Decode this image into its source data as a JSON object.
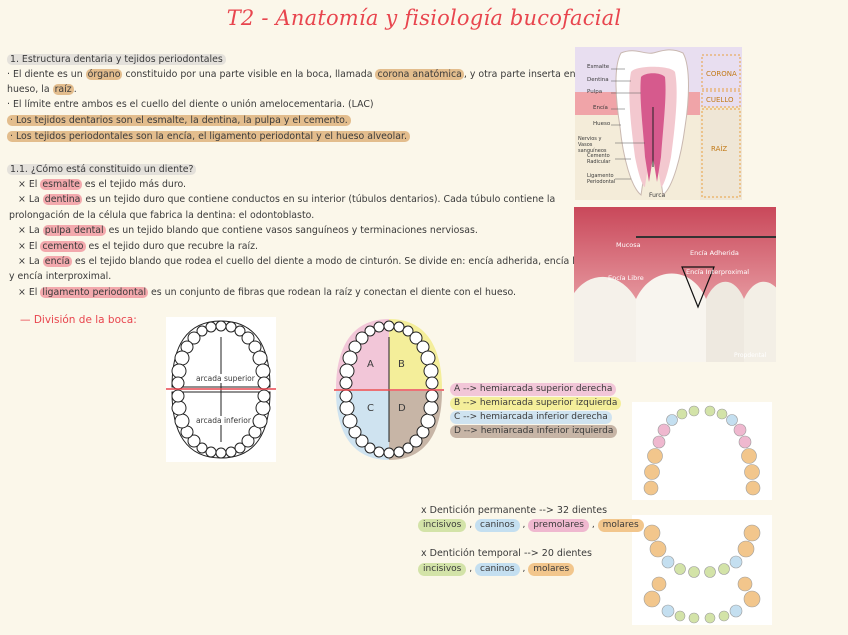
{
  "title": "T2 - Anatomía y fisiología bucofacial",
  "section1": {
    "heading": "1. Estructura dentaria y tejidos periodontales",
    "p1_a": "· El diente es un ",
    "p1_organo": "órgano",
    "p1_b": " constituido por una parte visible en la boca, llamada ",
    "p1_corona": "corona anatómica",
    "p1_c": ", y otra parte inserta en el",
    "p1_d": "hueso, la ",
    "p1_raiz": "raíz",
    "p1_e": ".",
    "p2": "· El límite entre ambos es el cuello del diente o unión amelocementaria. (LAC)",
    "p3": "· Los tejidos dentarios son el esmalte, la dentina, la pulpa y el cemento.",
    "p4": "· Los tejidos periodontales son la encía, el ligamento periodontal y el hueso alveolar."
  },
  "section11": {
    "heading": "1.1. ¿Cómo está constituido un diente?",
    "items": [
      {
        "pre": "× El ",
        "term": "esmalte",
        "post": " es el tejido más duro."
      },
      {
        "pre": "× La ",
        "term": "dentina",
        "post": " es un tejido duro que contiene conductos en su interior (túbulos dentarios). Cada túbulo contiene la"
      },
      {
        "pre": "",
        "term": "",
        "post": "prolongación de la célula que fabrica la dentina: el odontoblasto."
      },
      {
        "pre": "× La ",
        "term": "pulpa dental",
        "post": " es un tejido blando que contiene vasos sanguíneos y terminaciones nerviosas."
      },
      {
        "pre": "× El ",
        "term": "cemento",
        "post": " es el tejido duro que recubre la raíz."
      },
      {
        "pre": "× La ",
        "term": "encía",
        "post": " es el tejido blando que rodea el cuello del diente a modo de cinturón. Se divide en: encía adherida, encía libre"
      },
      {
        "pre": "",
        "term": "",
        "post": "y encía interproximal."
      },
      {
        "pre": "× El ",
        "term": "ligamento periodontal",
        "post": " es un conjunto de fibras que rodean la raíz y conectan el diente con el hueso."
      }
    ]
  },
  "division": {
    "label": "— División de la boca:"
  },
  "arch_labels": {
    "upper": "arcada superior",
    "lower": "arcada inferior"
  },
  "quadrants": {
    "a": "A",
    "b": "B",
    "c": "C",
    "d": "D"
  },
  "legend": [
    {
      "text": "A --> hemiarcada superior derecha",
      "color": "#f2c6d8"
    },
    {
      "text": "B --> hemiarcada superior izquierda",
      "color": "#f4ee9a"
    },
    {
      "text": "C --> hemiarcada inferior derecha",
      "color": "#cfe3f0"
    },
    {
      "text": "D --> hemiarcada inferior izquierda",
      "color": "#c7b5a6"
    }
  ],
  "tooth_diagram": {
    "labels_left": [
      "Esmalte",
      "Dentina",
      "Pulpa",
      "Encía",
      "Hueso",
      "Nervios y Vasos sanguíneos",
      "Cemento Radicular",
      "Ligamento Periodontal"
    ],
    "labels_right": [
      "CORONA",
      "CUELLO",
      "RAÍZ"
    ],
    "bottom": "Furca"
  },
  "gum_photo": {
    "labels": [
      "Mucosa",
      "Encía Adherida",
      "Encía Interproximal",
      "Encía Libre"
    ],
    "credit": "Propdental"
  },
  "denticion": {
    "permanente": "x Dentición permanente --> 32 dientes",
    "perm_tags": [
      "incisivos",
      "caninos",
      "premolares",
      "molares"
    ],
    "temporal": "x Dentición temporal --> 20 dientes",
    "temp_tags": [
      "incisivos",
      "caninos",
      "molares"
    ],
    "sep": ","
  },
  "colors": {
    "title": "#e8454e",
    "incisivos": "#d3e3a8",
    "caninos": "#c4dff0",
    "premolares": "#efb8cf",
    "molares": "#f2c68c"
  }
}
